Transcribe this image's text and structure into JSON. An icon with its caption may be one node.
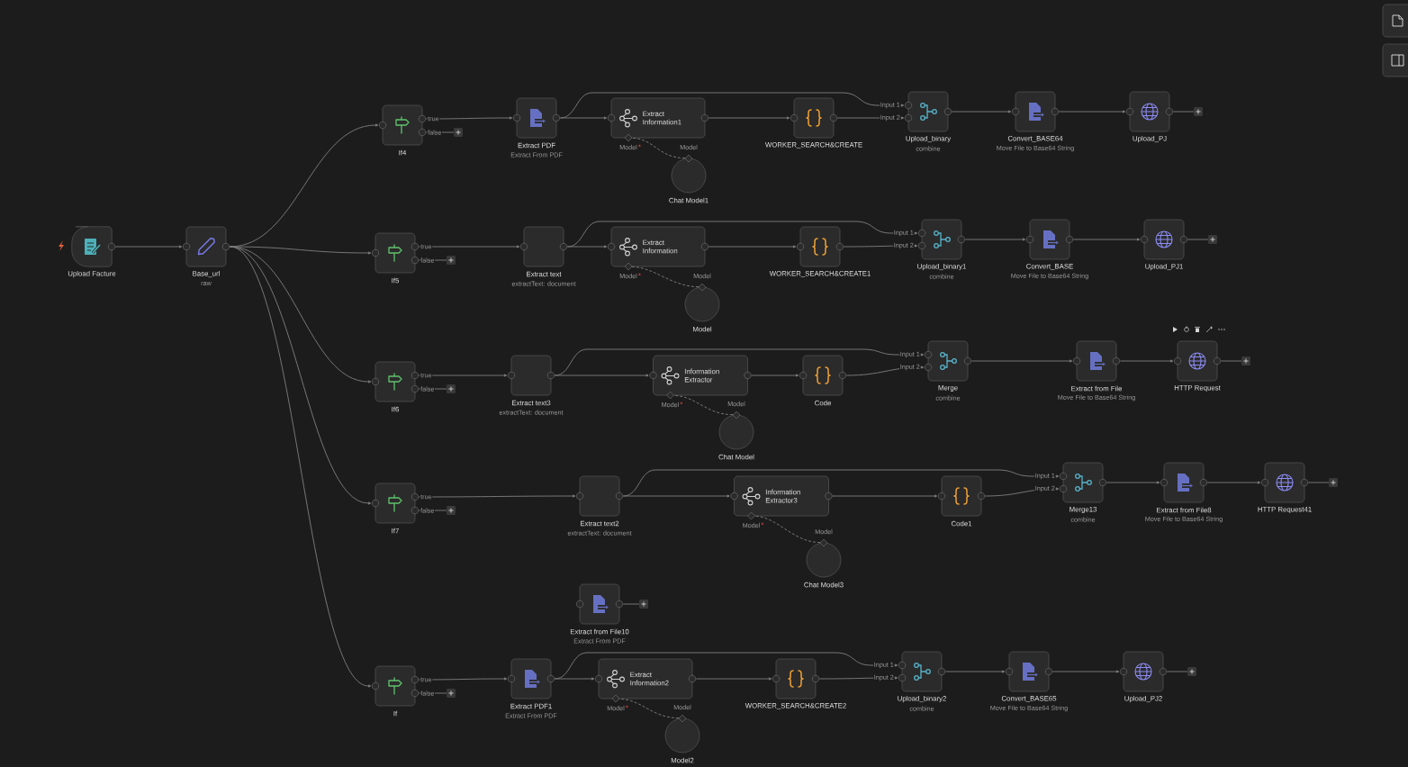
{
  "diagram": {
    "nodes": [
      {
        "text": [
          "Upload Facture"
        ]
      },
      {
        "text": [
          "Base_url",
          "raw"
        ]
      },
      {
        "text": [
          "If4"
        ]
      },
      {
        "text": [
          "Extract PDF",
          "Extract From PDF"
        ]
      },
      {
        "text": [
          "Extract Information1"
        ]
      },
      {
        "text": [
          "Chat Model1"
        ]
      },
      {
        "text": [
          "WORKER_SEARCH&CREATE"
        ]
      },
      {
        "text": [
          "Upload_binary",
          "combine"
        ]
      },
      {
        "text": [
          "Convert_BASE64",
          "Move File to Base64 String"
        ]
      },
      {
        "text": [
          "Upload_PJ"
        ]
      },
      {
        "text": [
          "If5"
        ]
      },
      {
        "text": [
          "Extract text",
          "extractText: document"
        ]
      },
      {
        "text": [
          "Extract Information"
        ]
      },
      {
        "text": [
          "Model"
        ]
      },
      {
        "text": [
          "WORKER_SEARCH&CREATE1"
        ]
      },
      {
        "text": [
          "Upload_binary1",
          "combine"
        ]
      },
      {
        "text": [
          "Convert_BASE",
          "Move File to Base64 String"
        ]
      },
      {
        "text": [
          "Upload_PJ1"
        ]
      },
      {
        "text": [
          "If6"
        ]
      },
      {
        "text": [
          "Extract text3",
          "extractText: document"
        ]
      },
      {
        "text": [
          "Information Extractor"
        ]
      },
      {
        "text": [
          "Chat Model"
        ]
      },
      {
        "text": [
          "Code"
        ]
      },
      {
        "text": [
          "Merge",
          "combine"
        ]
      },
      {
        "text": [
          "Extract from File",
          "Move File to Base64 String"
        ]
      },
      {
        "text": [
          "HTTP Request"
        ]
      },
      {
        "text": [
          "If7"
        ]
      },
      {
        "text": [
          "Extract text2",
          "extractText: document"
        ]
      },
      {
        "text": [
          "Information Extractor3"
        ]
      },
      {
        "text": [
          "Chat Model3"
        ]
      },
      {
        "text": [
          "Code1"
        ]
      },
      {
        "text": [
          "Merge13",
          "combine"
        ]
      },
      {
        "text": [
          "Extract from File8",
          "Move File to Base64 String"
        ]
      },
      {
        "text": [
          "HTTP Request41"
        ]
      },
      {
        "text": [
          "Extract from File10",
          "Extract From PDF"
        ]
      },
      {
        "text": [
          "If"
        ]
      },
      {
        "text": [
          "Extract PDF1",
          "Extract From PDF"
        ]
      },
      {
        "text": [
          "Extract Information2"
        ]
      },
      {
        "text": [
          "Model2"
        ]
      },
      {
        "text": [
          "WORKER_SEARCH&CREATE2"
        ]
      },
      {
        "text": [
          "Upload_binary2",
          "combine"
        ]
      },
      {
        "text": [
          "Convert_BASE65",
          "Move File to Base64 String"
        ]
      },
      {
        "text": [
          "Upload_PJ2"
        ]
      }
    ],
    "edges": [
      {
        "from": 0,
        "to": 1,
        "arrow": "to"
      },
      {
        "from": 1,
        "to": 2,
        "arrow": "to"
      },
      {
        "from": 1,
        "to": 10,
        "arrow": "to"
      },
      {
        "from": 1,
        "to": 18,
        "arrow": "to"
      },
      {
        "from": 1,
        "to": 26,
        "arrow": "to"
      },
      {
        "from": 1,
        "to": 35,
        "arrow": "to"
      },
      {
        "from": 2,
        "to": 3,
        "arrow": "to",
        "label": "true"
      },
      {
        "from": 2,
        "to": null,
        "arrow": "none",
        "label": "false"
      },
      {
        "from": 3,
        "to": 4,
        "arrow": "to"
      },
      {
        "from": 3,
        "to": 7,
        "arrow": "to",
        "label": "Input 1"
      },
      {
        "from": 4,
        "to": 6,
        "arrow": "to"
      },
      {
        "from": 6,
        "to": 7,
        "arrow": "to",
        "label": "Input 2"
      },
      {
        "from": 5,
        "to": 4,
        "arrow": "none",
        "style": "dashed"
      },
      {
        "from": 7,
        "to": 8,
        "arrow": "to"
      },
      {
        "from": 8,
        "to": 9,
        "arrow": "to"
      },
      {
        "from": 9,
        "to": null,
        "arrow": "none"
      },
      {
        "from": 10,
        "to": 11,
        "arrow": "to",
        "label": "true"
      },
      {
        "from": 10,
        "to": null,
        "arrow": "none",
        "label": "false"
      },
      {
        "from": 11,
        "to": 12,
        "arrow": "to"
      },
      {
        "from": 11,
        "to": 15,
        "arrow": "to",
        "label": "Input 1"
      },
      {
        "from": 12,
        "to": 14,
        "arrow": "to"
      },
      {
        "from": 14,
        "to": 15,
        "arrow": "to",
        "label": "Input 2"
      },
      {
        "from": 13,
        "to": 12,
        "arrow": "none",
        "style": "dashed"
      },
      {
        "from": 15,
        "to": 16,
        "arrow": "to"
      },
      {
        "from": 16,
        "to": 17,
        "arrow": "to"
      },
      {
        "from": 17,
        "to": null,
        "arrow": "none"
      },
      {
        "from": 18,
        "to": 19,
        "arrow": "to",
        "label": "true"
      },
      {
        "from": 18,
        "to": null,
        "arrow": "none",
        "label": "false"
      },
      {
        "from": 19,
        "to": 20,
        "arrow": "to"
      },
      {
        "from": 19,
        "to": 23,
        "arrow": "to",
        "label": "Input 1"
      },
      {
        "from": 20,
        "to": 22,
        "arrow": "to"
      },
      {
        "from": 22,
        "to": 23,
        "arrow": "to",
        "label": "Input 2"
      },
      {
        "from": 21,
        "to": 20,
        "arrow": "none",
        "style": "dashed"
      },
      {
        "from": 23,
        "to": 24,
        "arrow": "to"
      },
      {
        "from": 24,
        "to": 25,
        "arrow": "to"
      },
      {
        "from": 25,
        "to": null,
        "arrow": "none"
      },
      {
        "from": 26,
        "to": 27,
        "arrow": "to",
        "label": "true"
      },
      {
        "from": 26,
        "to": null,
        "arrow": "none",
        "label": "false"
      },
      {
        "from": 27,
        "to": 28,
        "arrow": "to"
      },
      {
        "from": 27,
        "to": 31,
        "arrow": "to",
        "label": "Input 1"
      },
      {
        "from": 28,
        "to": 30,
        "arrow": "to"
      },
      {
        "from": 30,
        "to": 31,
        "arrow": "to",
        "label": "Input 2"
      },
      {
        "from": 29,
        "to": 28,
        "arrow": "none",
        "style": "dashed"
      },
      {
        "from": 31,
        "to": 32,
        "arrow": "to"
      },
      {
        "from": 32,
        "to": 33,
        "arrow": "to"
      },
      {
        "from": 33,
        "to": null,
        "arrow": "none"
      },
      {
        "from": 34,
        "to": null,
        "arrow": "none"
      },
      {
        "from": 35,
        "to": 36,
        "arrow": "to",
        "label": "true"
      },
      {
        "from": 35,
        "to": null,
        "arrow": "none",
        "label": "false"
      },
      {
        "from": 36,
        "to": 37,
        "arrow": "to"
      },
      {
        "from": 36,
        "to": 40,
        "arrow": "to",
        "label": "Input 1"
      },
      {
        "from": 37,
        "to": 39,
        "arrow": "to"
      },
      {
        "from": 39,
        "to": 40,
        "arrow": "to",
        "label": "Input 2"
      },
      {
        "from": 38,
        "to": 37,
        "arrow": "none",
        "style": "dashed"
      },
      {
        "from": 40,
        "to": 41,
        "arrow": "to"
      },
      {
        "from": 41,
        "to": 42,
        "arrow": "to"
      },
      {
        "from": 42,
        "to": null,
        "arrow": "none"
      }
    ],
    "labels": [
      "Model",
      "Model",
      "Model",
      "Model",
      "Model",
      "Model",
      "Model",
      "Model",
      "Model",
      "Model"
    ]
  }
}
